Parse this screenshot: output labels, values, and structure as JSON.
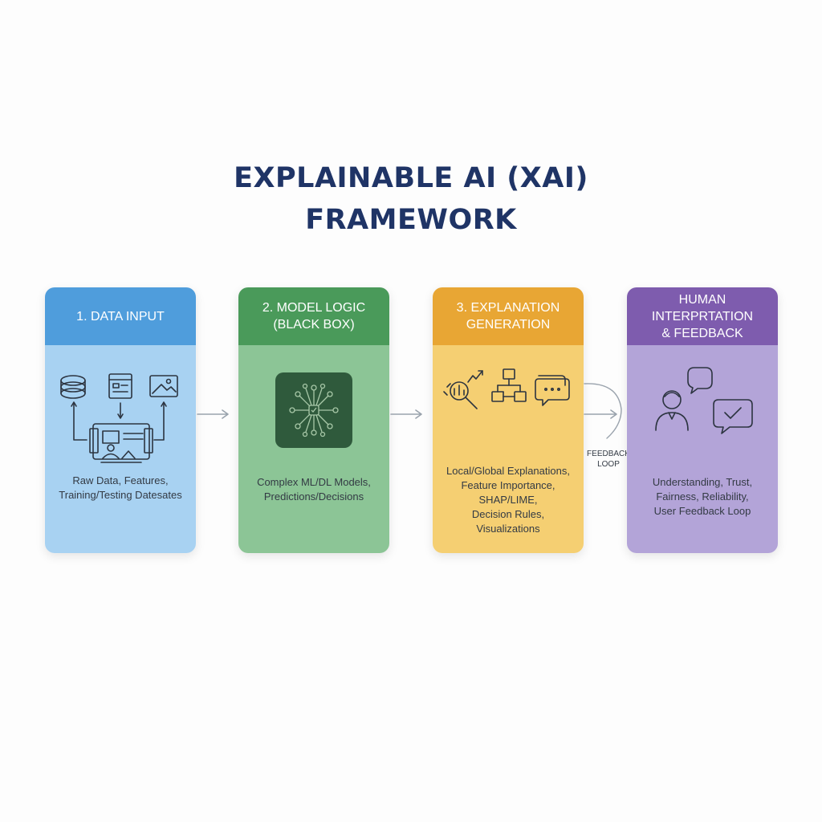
{
  "title": {
    "line1": "EXPLAINABLE AI (XAI)",
    "line2": "FRAMEWORK"
  },
  "cards": [
    {
      "header": [
        "1. DATA INPUT"
      ],
      "description": [
        "Raw Data, Features,",
        "Training/Testing Datesates"
      ],
      "header_color": "#4f9ddc",
      "body_color": "#a8d2f2",
      "icons": [
        "database-icon",
        "web-form-icon",
        "image-icon",
        "dashboard-icon"
      ]
    },
    {
      "header": [
        "2. MODEL LOGIC",
        "(BLACK BOX)"
      ],
      "description": [
        "Complex ML/DL Models,",
        "Predictions/Decisions"
      ],
      "header_color": "#4a9a5a",
      "body_color": "#8cc596",
      "icons": [
        "neural-network-icon"
      ]
    },
    {
      "header": [
        "3. EXPLANATION",
        "GENERATION"
      ],
      "description": [
        "Local/Global Explanations,",
        "Feature Importance,",
        "SHAP/LIME,",
        "Decision Rules,",
        "Visualizations"
      ],
      "header_color": "#e8a634",
      "body_color": "#f5cf72",
      "icons": [
        "magnifier-chart-icon",
        "decision-tree-icon",
        "chat-bubble-icon"
      ]
    },
    {
      "header": [
        "HUMAN",
        "INTERPRTATION",
        "& FEEDBACK"
      ],
      "description": [
        "Understanding, Trust,",
        "Fairness, Reliability,",
        "User Feedback Loop"
      ],
      "header_color": "#7e5cae",
      "body_color": "#b3a4d8",
      "icons": [
        "person-icon",
        "speech-bubble-icon",
        "checkmark-bubble-icon"
      ]
    }
  ],
  "feedback_loop": {
    "line1": "FEEDBACK",
    "line2": "LOOP"
  },
  "colors": {
    "title": "#1f3466",
    "arrow": "#9aa3ad",
    "icon_stroke": "#2c3440"
  }
}
